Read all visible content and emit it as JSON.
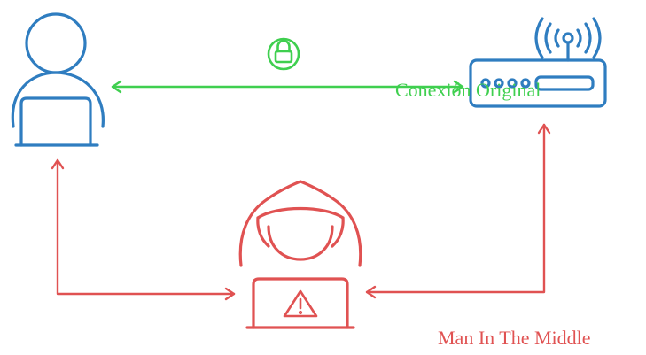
{
  "labels": {
    "original_connection": "Conexión Original",
    "man_in_the_middle": "Man In The Middle"
  },
  "nodes": [
    {
      "name": "user",
      "icon": "user-laptop-icon"
    },
    {
      "name": "router",
      "icon": "wifi-router-icon"
    },
    {
      "name": "attacker",
      "icon": "hooded-attacker-laptop-icon"
    }
  ],
  "icons": {
    "secure_channel": "padlock-icon",
    "warning": "warning-triangle-icon"
  },
  "colors": {
    "user": "#2f7dc0",
    "router": "#2f7dc0",
    "secure_link": "#3fcf4f",
    "attacker": "#e05252"
  }
}
